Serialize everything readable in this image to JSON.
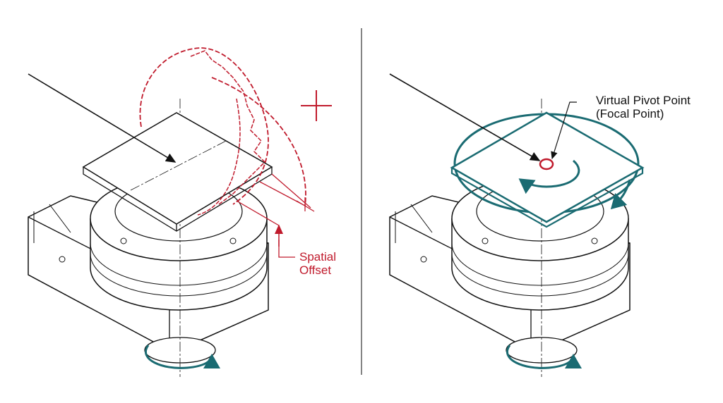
{
  "left_panel": {
    "offset_label_line1": "Spatial",
    "offset_label_line2": "Offset"
  },
  "right_panel": {
    "pivot_label_line1": "Virtual Pivot Point",
    "pivot_label_line2": "(Focal Point)"
  },
  "colors": {
    "red": "#c01a2c",
    "teal": "#1a6b72",
    "line": "#111111"
  }
}
